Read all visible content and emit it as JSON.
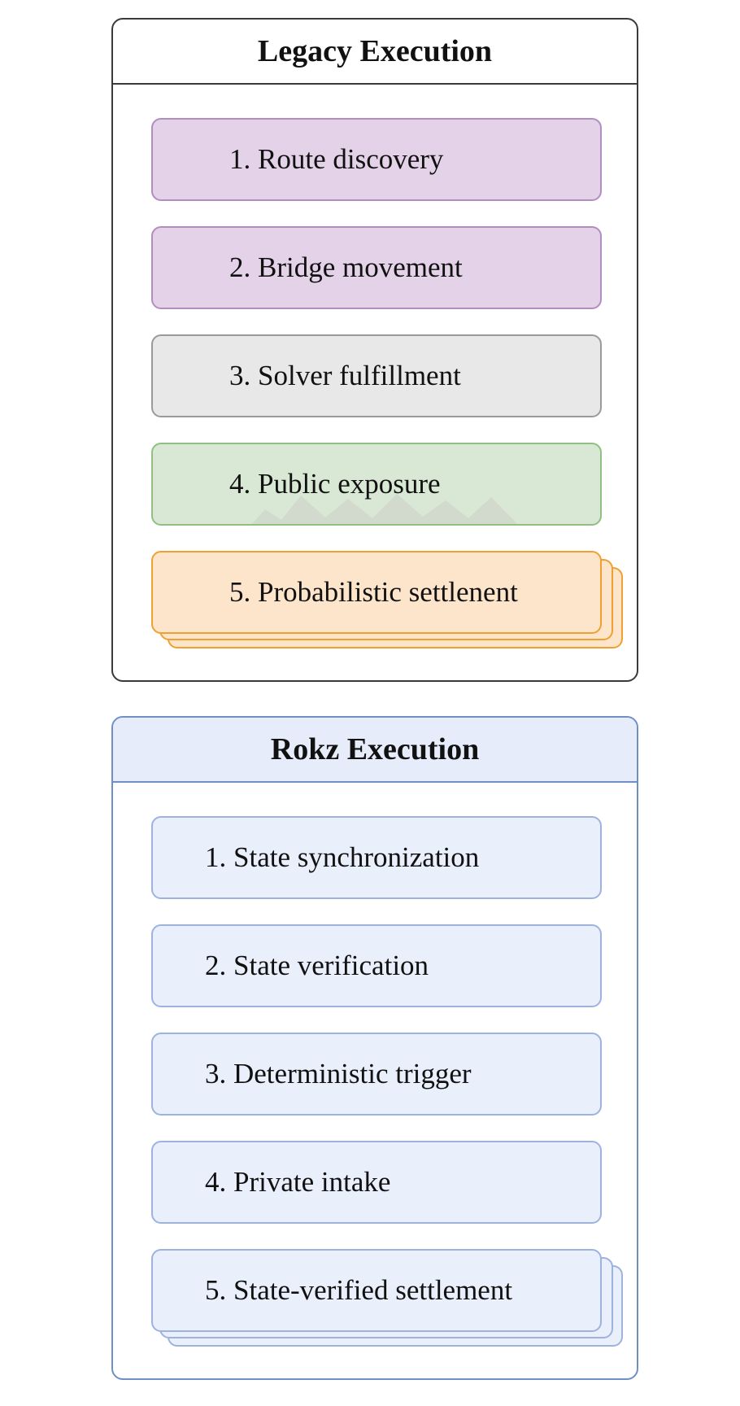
{
  "legacy": {
    "title": "Legacy Execution",
    "steps": [
      "1. Route discovery",
      "2. Bridge movement",
      "3. Solver fulfillment",
      "4. Public exposure",
      "5. Probabilistic settlenent"
    ]
  },
  "rokz": {
    "title": "Rokz Execution",
    "steps": [
      "1. State synchronization",
      "2. State verification",
      "3. Deterministic trigger",
      "4. Private intake",
      "5. State-verified settlement"
    ]
  },
  "colors": {
    "purple": "#e4d3e8",
    "gray": "#e8e8e8",
    "green": "#d9e8d4",
    "orange": "#fde5cc",
    "blue": "#eaeffc",
    "blue_border": "#6f8fc7"
  }
}
